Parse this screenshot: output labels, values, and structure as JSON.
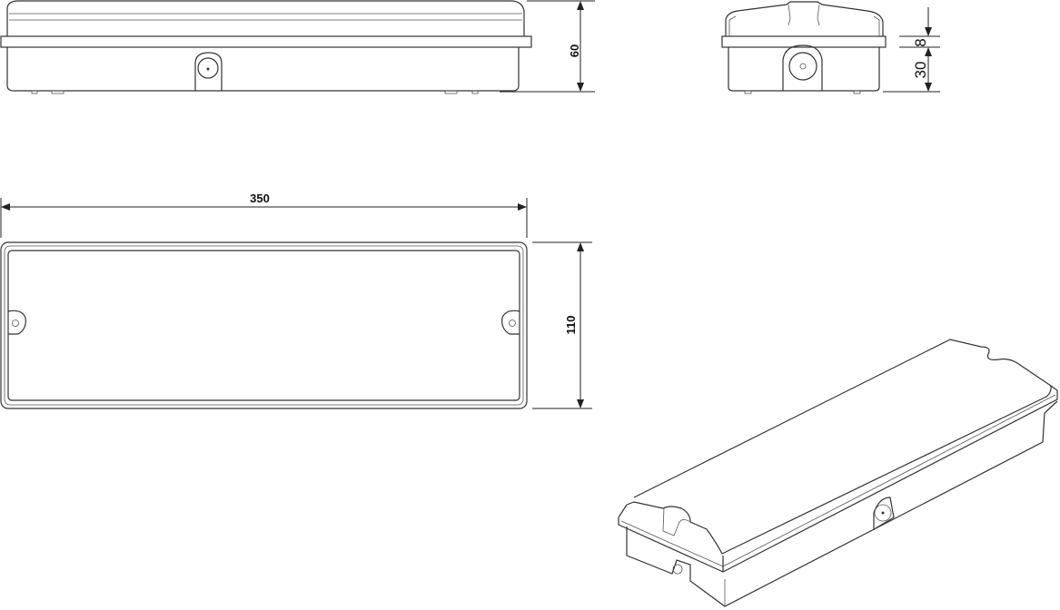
{
  "dimensions": {
    "front_height": "60",
    "lid_height": "8",
    "body_height": "30",
    "length": "350",
    "width": "110"
  },
  "views": [
    "front-view",
    "side-view",
    "top-view",
    "isometric-view"
  ],
  "line_color": "#333333"
}
